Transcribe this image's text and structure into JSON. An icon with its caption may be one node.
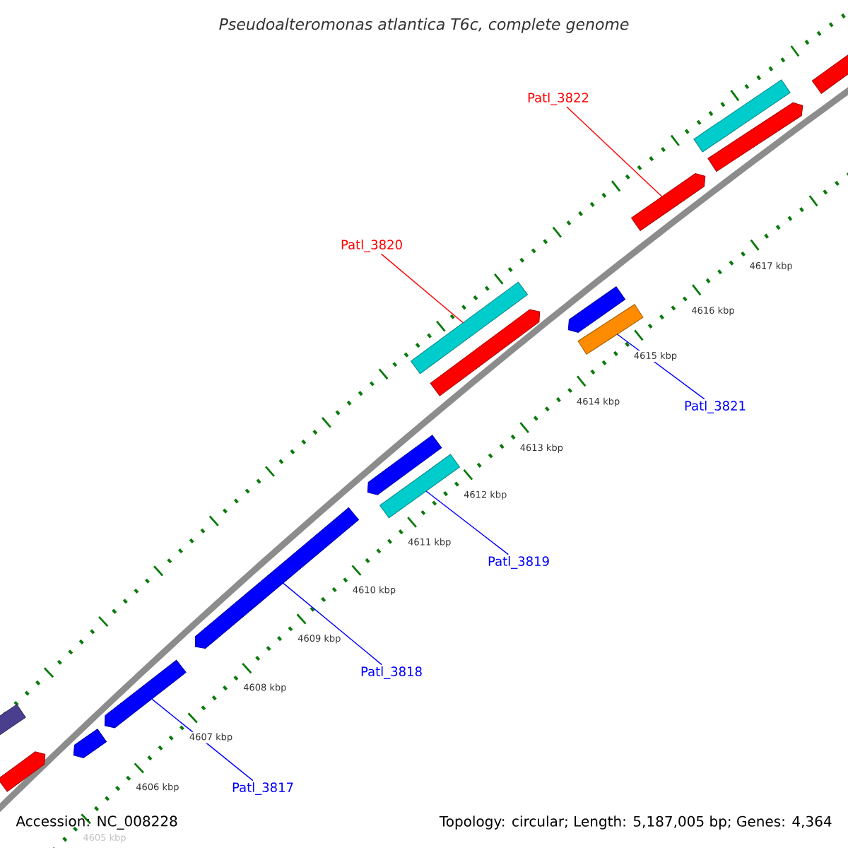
{
  "diagram": {
    "title": "Pseudoalteromonas atlantica T6c, complete genome",
    "nodes": [
      {
        "text": [
          "Patl_3822"
        ]
      },
      {
        "text": [
          "Patl_3820"
        ]
      },
      {
        "text": [
          "Patl_3821"
        ]
      },
      {
        "text": [
          "Patl_3819"
        ]
      },
      {
        "text": [
          "Patl_3818"
        ]
      },
      {
        "text": [
          "Patl_3817"
        ]
      },
      {
        "text": [],
        "shape": "bar"
      },
      {
        "text": [],
        "shape": "bar"
      },
      {
        "text": [],
        "shape": "bar"
      },
      {
        "text": [],
        "shape": "bar"
      },
      {
        "text": [],
        "shape": "bar"
      },
      {
        "text": [],
        "shape": "bar"
      },
      {
        "text": [],
        "shape": "bar"
      },
      {
        "text": [],
        "shape": "bar"
      },
      {
        "text": [],
        "shape": "bar"
      },
      {
        "text": [],
        "shape": "bar"
      },
      {
        "text": [],
        "shape": "bar"
      },
      {
        "text": [],
        "shape": "bar"
      },
      {
        "text": [],
        "shape": "bar"
      },
      {
        "text": [],
        "shape": "bar"
      },
      {
        "text": [],
        "shape": "bar"
      }
    ],
    "edges": [
      {
        "from": 0,
        "to": 17,
        "arrow": "none",
        "color": "#ff0000"
      },
      {
        "from": 1,
        "to": 13,
        "arrow": "none",
        "color": "#ff0000"
      },
      {
        "from": 2,
        "to": 16,
        "arrow": "none"
      },
      {
        "from": 3,
        "to": 12,
        "arrow": "none"
      },
      {
        "from": 4,
        "to": 10,
        "arrow": "none"
      },
      {
        "from": 5,
        "to": 9,
        "arrow": "none"
      }
    ],
    "labels": [
      "4617 kbp",
      "4616 kbp",
      "4615 kbp",
      "4614 kbp",
      "4613 kbp",
      "4612 kbp",
      "4611 kbp",
      "4610 kbp",
      "4609 kbp",
      "4608 kbp",
      "4607 kbp",
      "4606 kbp",
      "Accession: NC_008228",
      "Topology: circular; Length: 5,187,005 bp; Genes: 4,364",
      "4605 kbp"
    ]
  }
}
